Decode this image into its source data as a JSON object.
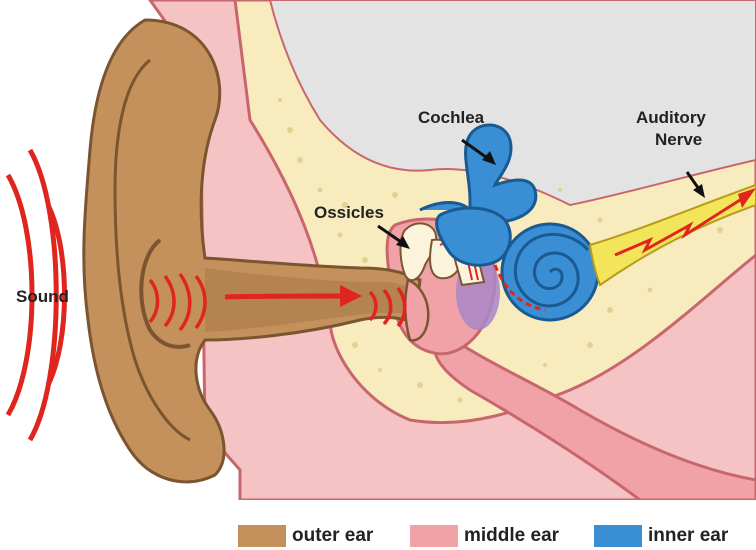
{
  "labels": {
    "sound": "Sound",
    "cochlea": "Cochlea",
    "ossicles": "Ossicles",
    "auditory_nerve_line1": "Auditory",
    "auditory_nerve_line2": "Nerve"
  },
  "legend": [
    {
      "label": "outer ear",
      "color": "#c4915c"
    },
    {
      "label": "middle ear",
      "color": "#f0a2a7"
    },
    {
      "label": "inner ear",
      "color": "#3a8fd4"
    }
  ],
  "colors": {
    "skin": "#f6c3c5",
    "skin_outline": "#c8666d",
    "bone": "#f8ecbf",
    "bone_speckle": "#e6cf93",
    "brain": "#e3e3e3",
    "outer_ear": "#c4915c",
    "outer_ear_dark": "#7a5530",
    "middle_ear": "#f0a2a7",
    "inner_ear": "#3a8fd4",
    "inner_ear_dark": "#1a5a92",
    "sound_wave": "#e0241e",
    "nerve": "#f3e55a",
    "ossicle": "#fbf3dc",
    "drum_purple": "#a986c8"
  }
}
